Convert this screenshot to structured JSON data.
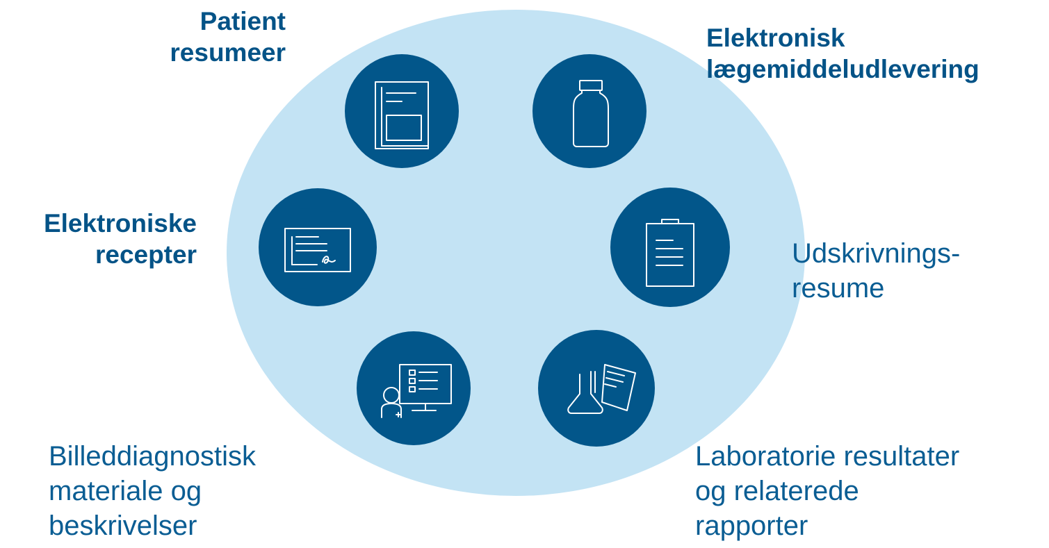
{
  "colors": {
    "ellipse": "#c3e3f4",
    "node": "#02568a",
    "text": "#045387"
  },
  "items": [
    {
      "id": "patient",
      "icon": "document-icon",
      "lines": [
        "Patient",
        "resumeer"
      ]
    },
    {
      "id": "dispensing",
      "icon": "medicine-bottle-icon",
      "lines": [
        "Elektronisk",
        "lægemiddeludlevering"
      ]
    },
    {
      "id": "prescriptions",
      "icon": "signed-certificate-icon",
      "lines": [
        "Elektroniske",
        "recepter"
      ]
    },
    {
      "id": "discharge",
      "icon": "clipboard-icon",
      "lines": [
        "Udskrivnings-",
        "resume"
      ]
    },
    {
      "id": "imaging",
      "icon": "clinician-monitor-icon",
      "lines": [
        "Billeddiagnostisk",
        "materiale og",
        "beskrivelser"
      ]
    },
    {
      "id": "laboratory",
      "icon": "lab-flask-report-icon",
      "lines": [
        "Laboratorie resultater",
        "og relaterede",
        "rapporter"
      ]
    }
  ]
}
